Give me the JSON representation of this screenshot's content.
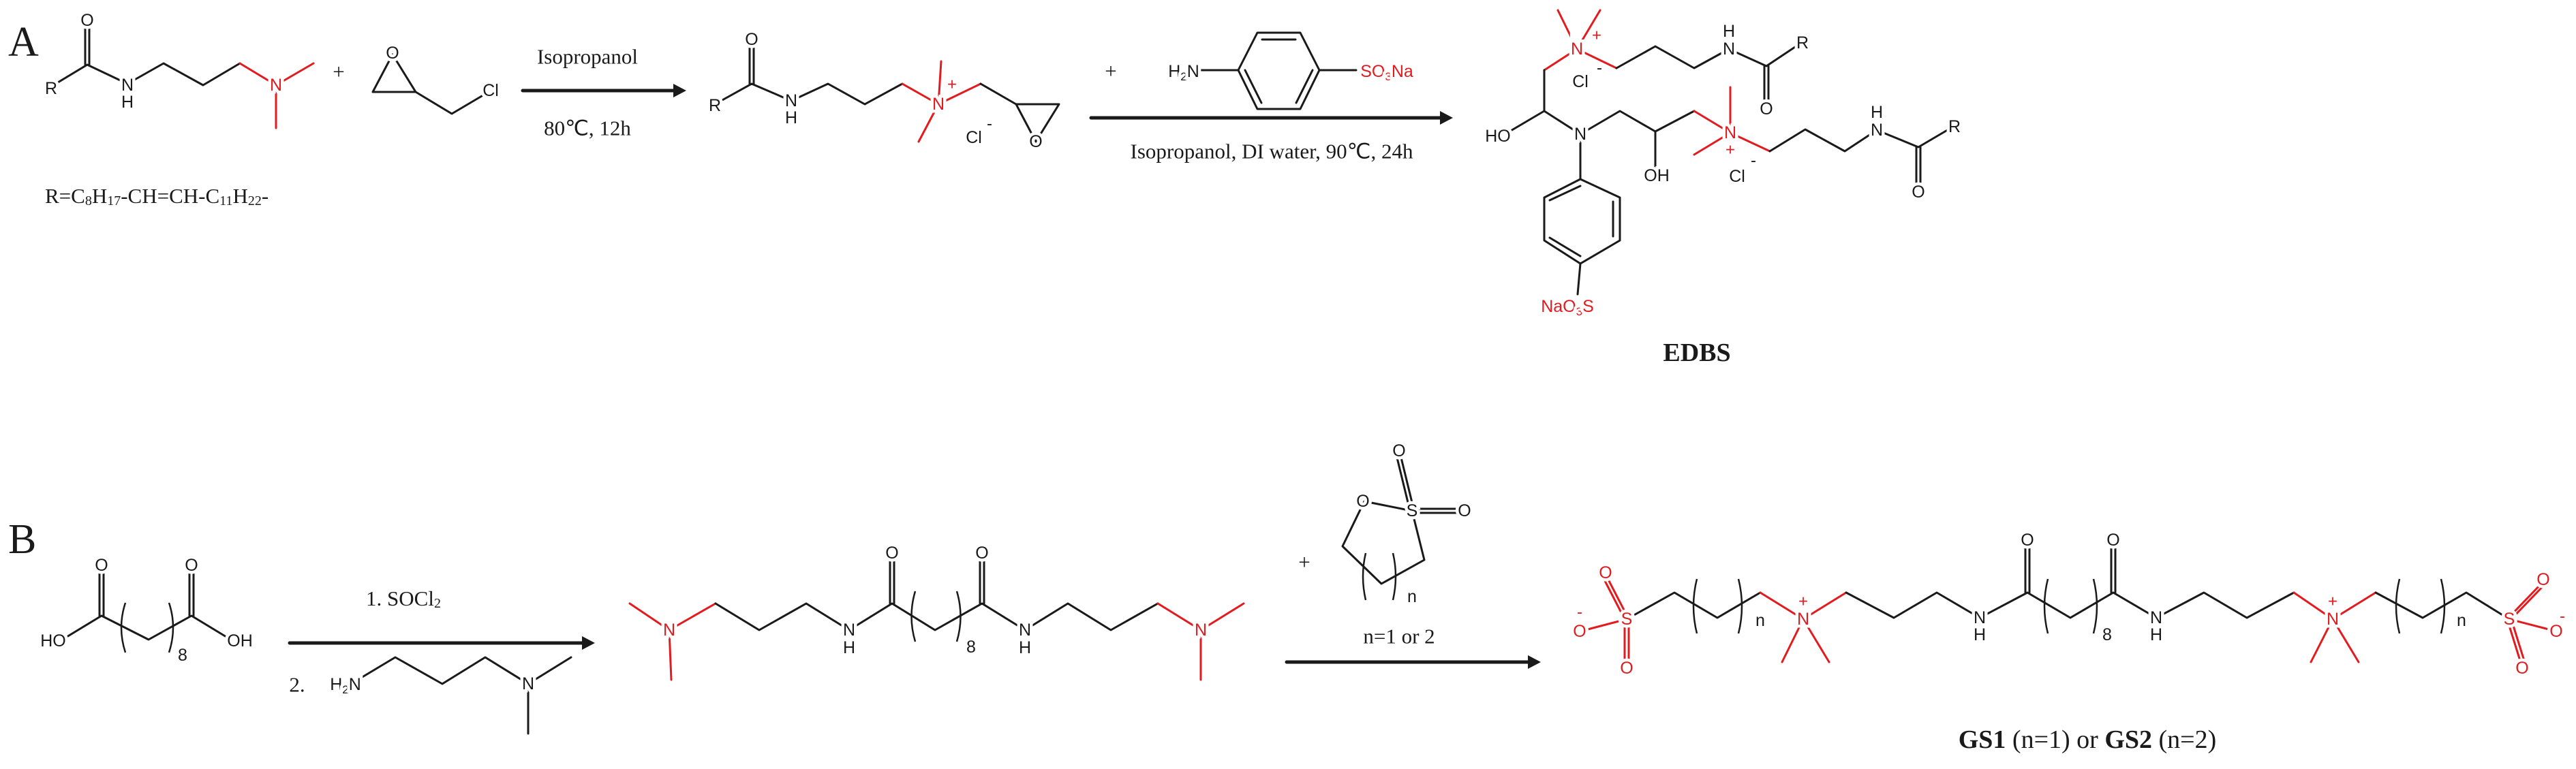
{
  "panel_labels": {
    "a": "A",
    "b": "B"
  },
  "atoms": {
    "O": "O",
    "N": "N",
    "H": "H",
    "R": "R",
    "Cl": "Cl",
    "HO": "HO",
    "OH": "OH",
    "S": "S",
    "plus": "+",
    "minus": "-",
    "two": "2",
    "eight": "8",
    "n": "n",
    "three": "3",
    "Na": "Na",
    "SO": "SO",
    "NaO": "NaO"
  },
  "scheme_a": {
    "plus_sign": "+",
    "step1_reagent": "Isopropanol",
    "step1_conditions": "80℃, 12h",
    "r_definition": [
      "R=C",
      "8",
      "H",
      "17",
      "-CH=CH-C",
      "11",
      "H",
      "22",
      "-"
    ],
    "step2_conditions": "Isopropanol, DI water, 90℃, 24h",
    "product_name": "EDBS"
  },
  "scheme_b": {
    "plus_sign": "+",
    "step1": [
      "1.  SOCl",
      "2"
    ],
    "step2_number": "2.",
    "sultone_condition": "n=1 or 2",
    "product_label": {
      "gs1": "GS1",
      "gs1_cond": " (n=1)  or  ",
      "gs2": "GS2",
      "gs2_cond": " (n=2)"
    }
  },
  "colors": {
    "bond": "#1a1a1a",
    "highlight": "#e31b1f"
  }
}
